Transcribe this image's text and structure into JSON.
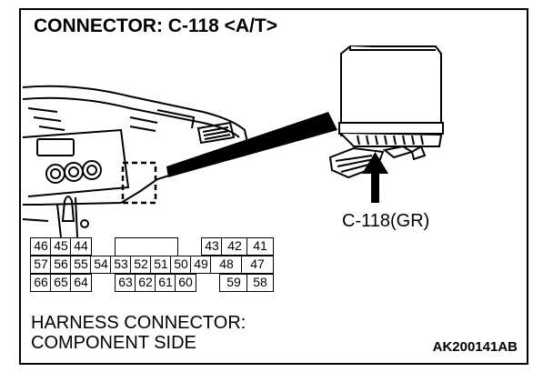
{
  "title": "CONNECTOR: C-118 <A/T>",
  "callout_label": "C-118(GR)",
  "caption": {
    "line1": "HARNESS CONNECTOR:",
    "line2": "COMPONENT SIDE"
  },
  "figure_code": "AK200141AB",
  "pins": {
    "row1_left": [
      "46",
      "45",
      "44"
    ],
    "row1_right": [
      "43",
      "42",
      "41"
    ],
    "row2": [
      "57",
      "56",
      "55",
      "54",
      "53",
      "52",
      "51",
      "50",
      "49",
      "48",
      "47"
    ],
    "row3_left": [
      "66",
      "65",
      "64"
    ],
    "row3_mid": [
      "63",
      "62",
      "61",
      "60"
    ],
    "row3_right": [
      "59",
      "58"
    ]
  }
}
